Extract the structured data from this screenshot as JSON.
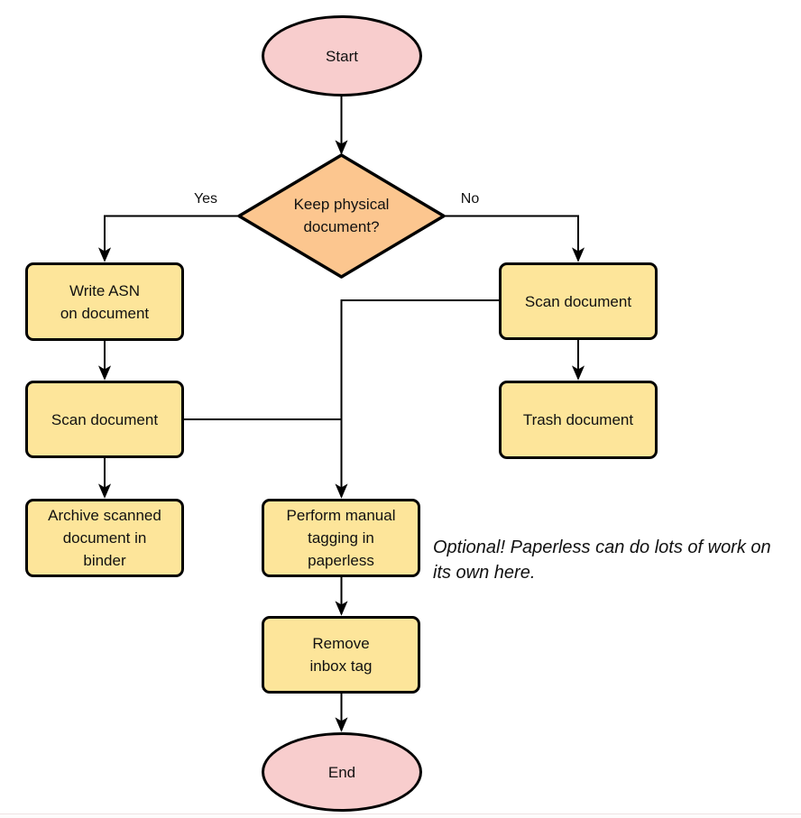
{
  "diagram": {
    "type": "flowchart",
    "nodes": {
      "start": {
        "label": "Start"
      },
      "decision": {
        "lines": [
          "Keep physical",
          "document?"
        ]
      },
      "write_asn": {
        "lines": [
          "Write ASN",
          "on document"
        ]
      },
      "scan_left": {
        "lines": [
          "Scan document"
        ]
      },
      "archive": {
        "lines": [
          "Archive scanned",
          "document in",
          "binder"
        ]
      },
      "scan_right": {
        "lines": [
          "Scan document"
        ]
      },
      "trash": {
        "lines": [
          "Trash document"
        ]
      },
      "tagging": {
        "lines": [
          "Perform manual",
          "tagging in",
          "paperless"
        ]
      },
      "remove_inbox": {
        "lines": [
          "Remove",
          "inbox tag"
        ]
      },
      "end": {
        "label": "End"
      }
    },
    "edge_labels": {
      "yes": "Yes",
      "no": "No"
    },
    "note": {
      "lines": [
        "Optional! Paperless can do lots of work on",
        "its own here."
      ]
    },
    "colors": {
      "terminator_fill": "#f8cdcd",
      "decision_fill": "#fcc68f",
      "process_fill": "#fde59a",
      "stroke": "#000000"
    }
  }
}
